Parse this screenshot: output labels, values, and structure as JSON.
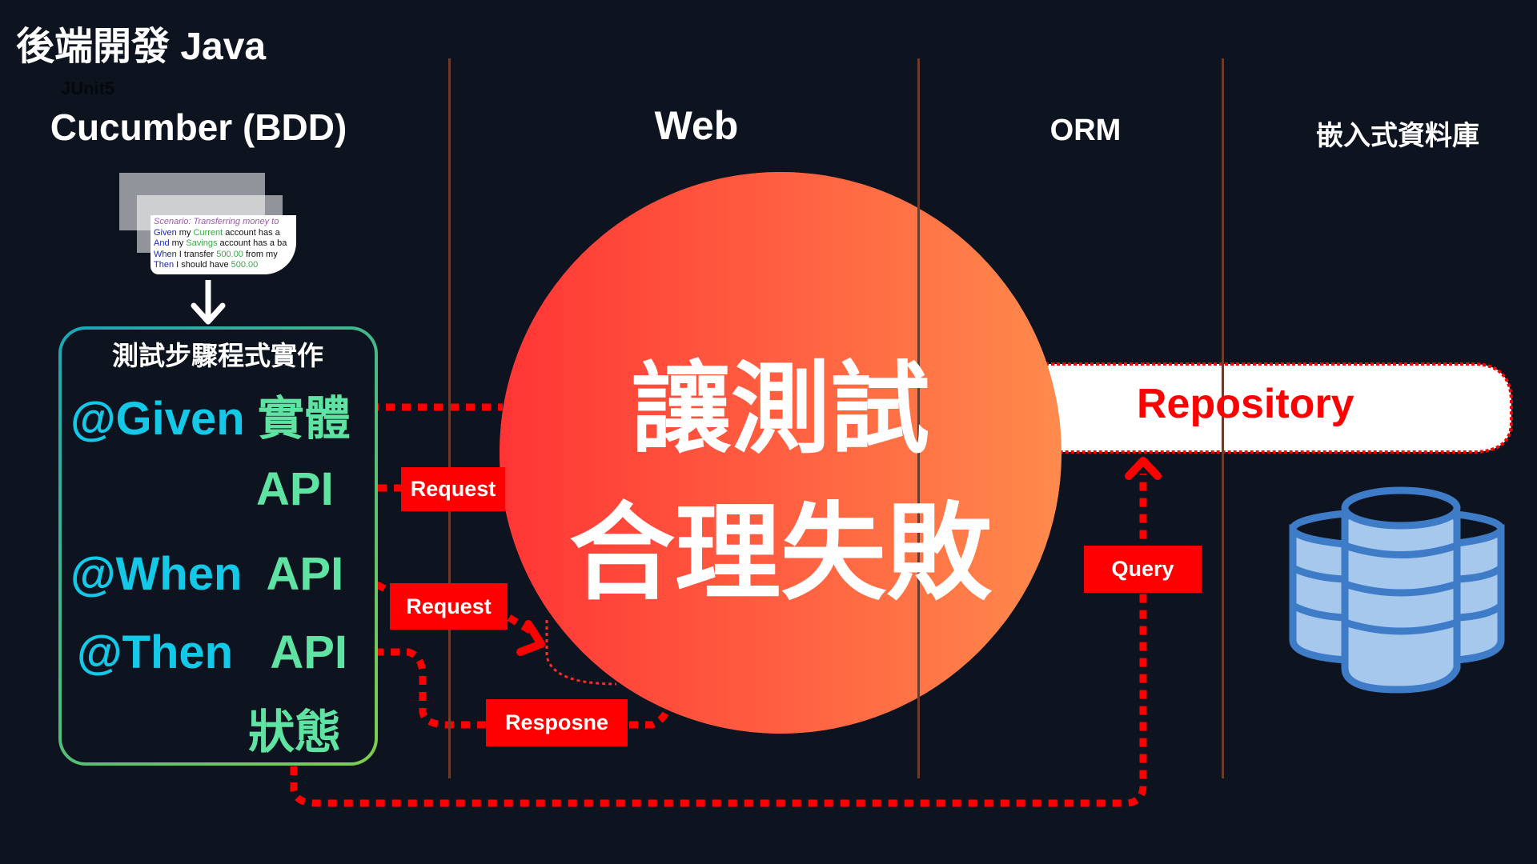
{
  "title": "後端開發  Java",
  "junit_label": "JUnit5",
  "columns": {
    "cucumber": "Cucumber (BDD)",
    "web": "Web",
    "orm": "ORM",
    "embedded_db": "嵌入式資料庫"
  },
  "scenario_card": {
    "line1": {
      "keyword": "Scenario:",
      "text": " Transferring money to"
    },
    "line2": {
      "keyword": "Given",
      "t1": " my ",
      "hl": "Current",
      "t2": " account has a"
    },
    "line3": {
      "keyword": "And",
      "t1": " my ",
      "hl": "Savings",
      "t2": " account has a ba"
    },
    "line4": {
      "keyword": "When",
      "t1": " I transfer ",
      "hl": "500.00",
      "t2": " from my"
    },
    "line5": {
      "keyword": "Then",
      "t1": " I should have ",
      "hl": "500.00"
    }
  },
  "steps_box": {
    "title": "測試步驟程式實作",
    "given": {
      "tag": "@Given",
      "target": "實體"
    },
    "given_api": "API",
    "when": {
      "tag": "@When",
      "target": "API"
    },
    "then": {
      "tag": "@Then",
      "target": "API"
    },
    "then_state": "狀態"
  },
  "labels": {
    "request1": "Request",
    "request2": "Request",
    "response": "Resposne",
    "query": "Query",
    "repository": "Repository"
  },
  "center": {
    "line1": "讓測試",
    "line2": "合理失敗"
  },
  "colors": {
    "background": "#0d131f",
    "accent_red": "#ff0000",
    "circle_start": "#ff3535",
    "circle_end": "#ff8a4c",
    "step_tag": "#14c8e8",
    "step_target": "#5ee3a3",
    "database": "#3f7cc8"
  },
  "icons": {
    "database": "database-icon",
    "arrow": "arrow-down-icon"
  }
}
